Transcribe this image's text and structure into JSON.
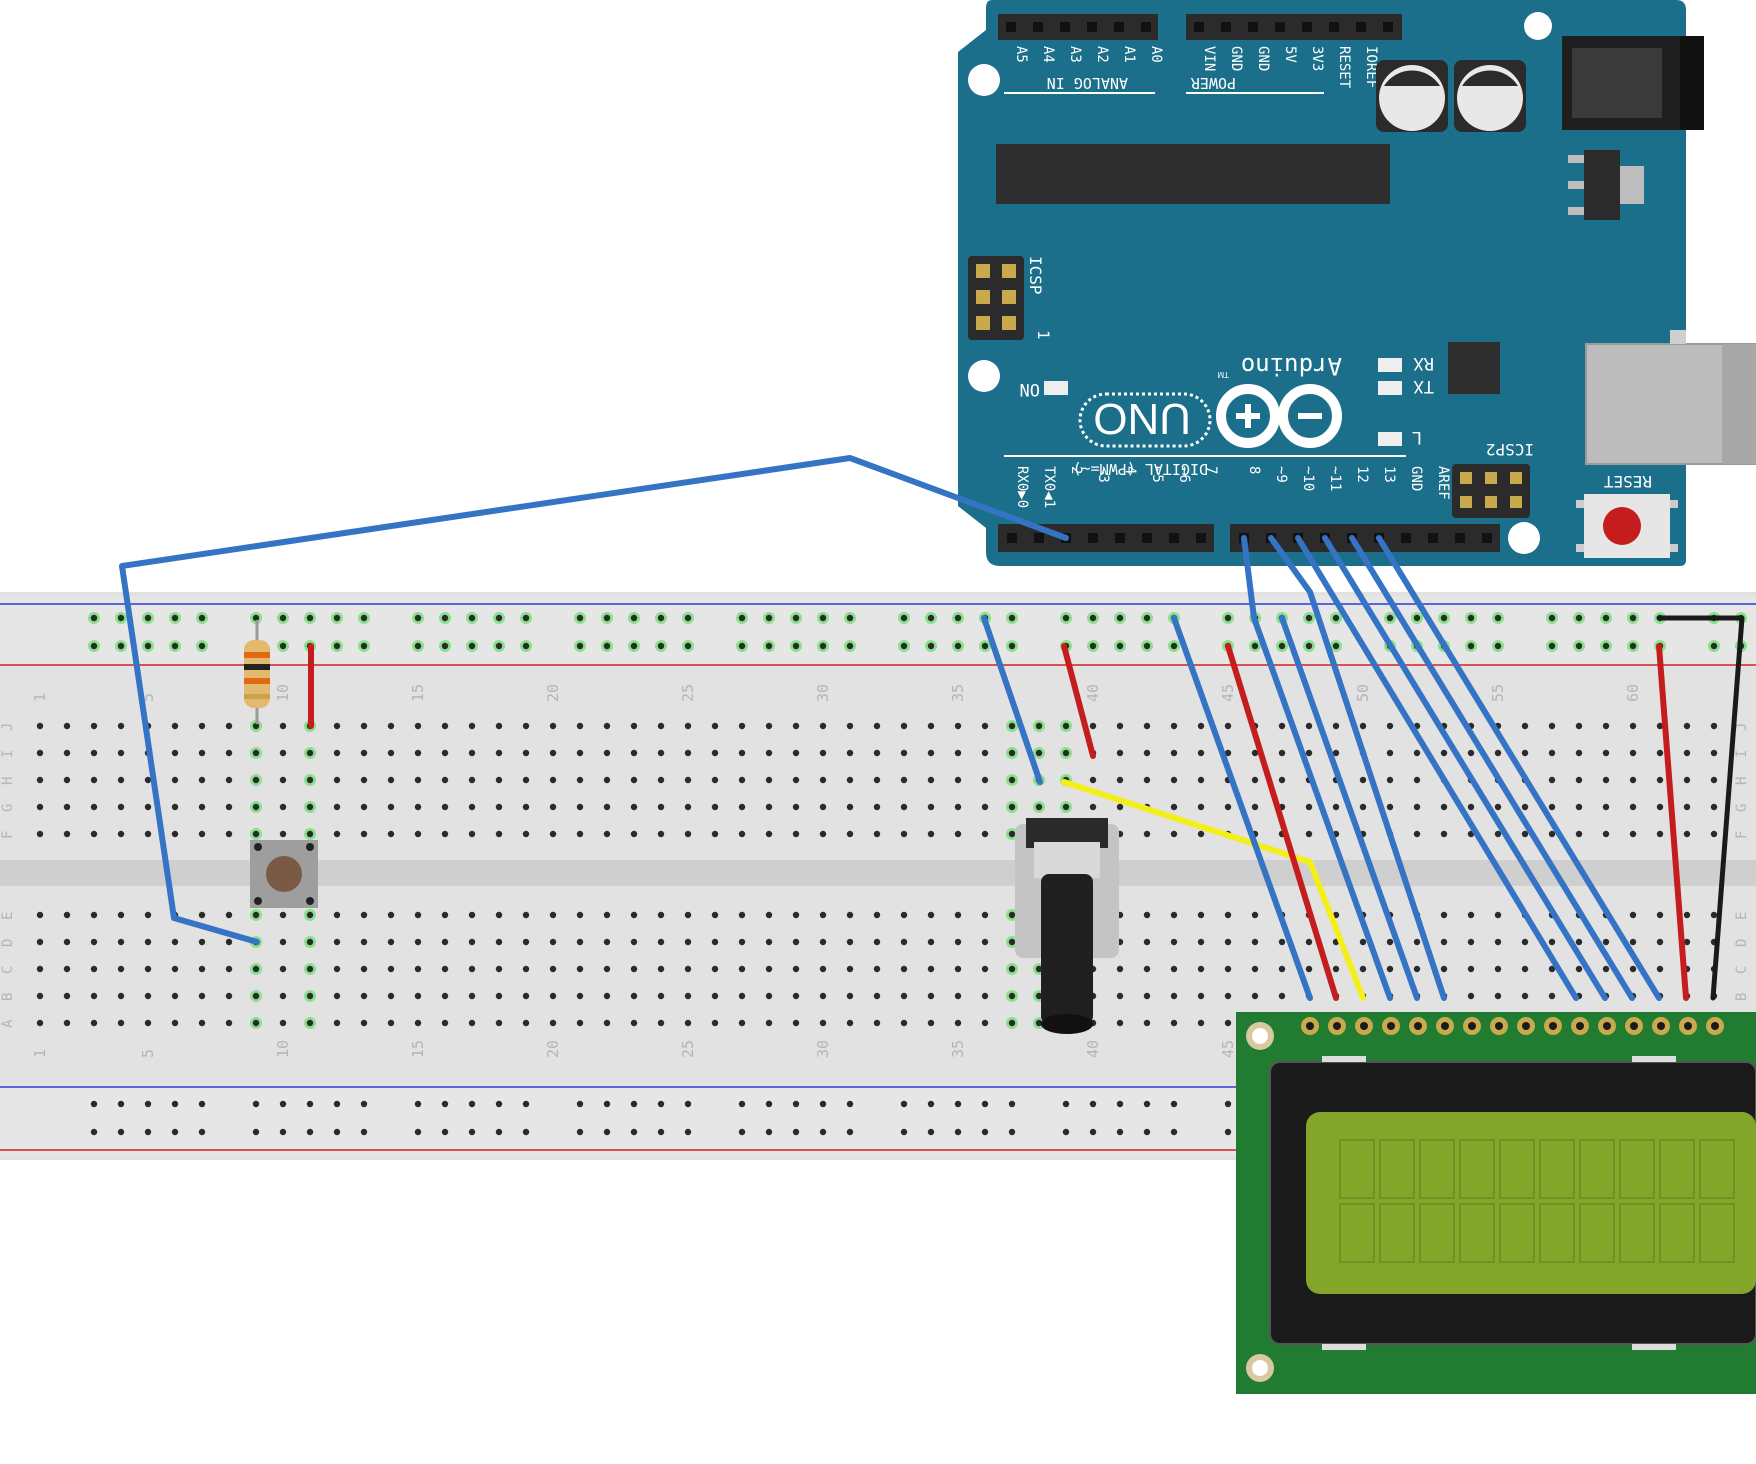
{
  "arduino": {
    "analog_pins": [
      "A5",
      "A4",
      "A3",
      "A2",
      "A1",
      "A0"
    ],
    "power_pins": [
      "VIN",
      "GND",
      "GND",
      "5V",
      "3V3",
      "RESET",
      "IOREF"
    ],
    "analog_header_label": "ANALOG IN",
    "power_header_label": "POWER",
    "digital_pins_left": [
      "RX0▶0",
      "TX0◀1",
      "2",
      "~3",
      "4",
      "~5",
      "~6",
      "7"
    ],
    "digital_pins_right": [
      "8",
      "~9",
      "~10",
      "~11",
      "12",
      "13",
      "GND",
      "AREF"
    ],
    "digital_label": "DIGITAL (PWM=~)",
    "icsp_label": "ICSP",
    "icsp_pin1": "1",
    "icsp2_label": "ICSP2",
    "on_label": "ON",
    "rx_label": "RX",
    "tx_label": "TX",
    "l_label": "L",
    "brand": "Arduino",
    "tm": "TM",
    "model": "UNO",
    "reset_label": "RESET"
  },
  "breadboard": {
    "column_numbers": [
      "1",
      "5",
      "10",
      "15",
      "20",
      "25",
      "30",
      "35",
      "40",
      "45",
      "50",
      "55",
      "60"
    ],
    "row_letters_top": [
      "J",
      "I",
      "H",
      "G",
      "F"
    ],
    "row_letters_bottom": [
      "E",
      "D",
      "C",
      "B",
      "A"
    ]
  },
  "colors": {
    "board_teal": "#1c6f8a",
    "breadboard": "#e3e3e3",
    "wire_blue": "#3573c4",
    "wire_red": "#c51d1d",
    "wire_yellow": "#f4ee1a",
    "wire_black": "#1a1a1a",
    "lcd_pcb": "#217b30",
    "lcd_screen": "#82a52a"
  }
}
